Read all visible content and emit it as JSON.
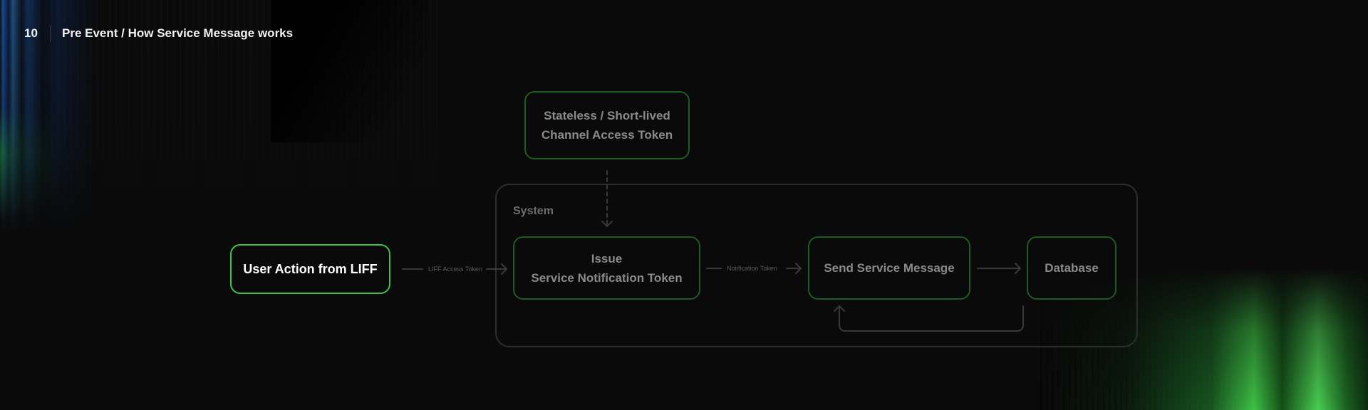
{
  "header": {
    "page_number": "10",
    "title": "Pre Event / How Service Message works"
  },
  "diagram": {
    "nodes": {
      "user_action": {
        "label": "User Action from LIFF"
      },
      "stateless_token": {
        "line1": "Stateless / Short-lived",
        "line2": "Channel Access Token"
      },
      "issue_token": {
        "line1": "Issue",
        "line2": "Service Notification Token"
      },
      "send_message": {
        "label": "Send Service Message"
      },
      "database": {
        "label": "Database"
      }
    },
    "groups": {
      "system": {
        "label": "System"
      }
    },
    "edges": {
      "liff_token": {
        "label": "LIFF Access Token"
      },
      "notification_token": {
        "label": "Notification Token"
      }
    }
  },
  "colors": {
    "background": "#0a0a0a",
    "active_border": "#3ec24a",
    "dim_border": "#1f5a24",
    "group_border": "#2d2d2d",
    "connector": "#3a3a3a"
  }
}
